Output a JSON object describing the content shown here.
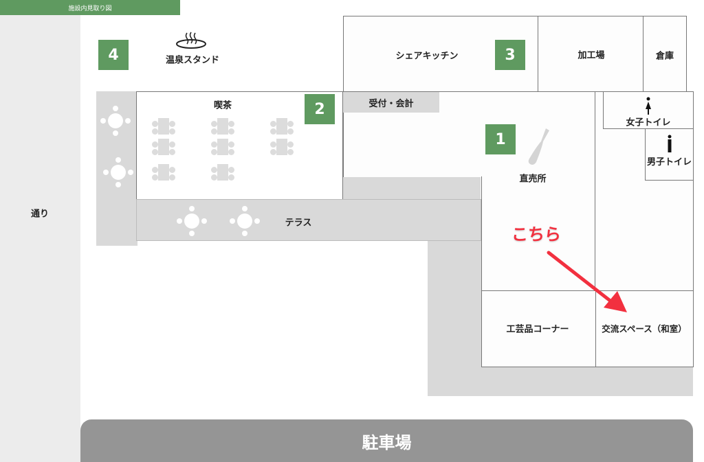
{
  "header": {
    "title": "施設内見取り図",
    "color": "#5f9a60"
  },
  "street": "通り",
  "onsen": {
    "badge": "4",
    "label": "温泉スタンド",
    "icon": "hot-spring-icon"
  },
  "kissa": {
    "badge": "2",
    "label": "喫茶"
  },
  "terrace": {
    "label": "テラス"
  },
  "share_kitchen": {
    "badge": "3",
    "label": "シェアキッチン"
  },
  "processing": {
    "label": "加工場"
  },
  "storage": {
    "label": "倉庫"
  },
  "reception": {
    "label": "受付・会計"
  },
  "direct_sales": {
    "badge": "1",
    "label": "直売所",
    "icon": "bottle-icon"
  },
  "womens_toilet": {
    "label": "女子トイレ",
    "icon": "woman-icon"
  },
  "mens_toilet": {
    "label": "男子トイレ",
    "icon": "man-icon"
  },
  "crafts": {
    "label": "工芸品コーナー"
  },
  "exchange": {
    "label": "交流スペース（和室）"
  },
  "annotation": {
    "label": "こちら",
    "color": "#f2303f"
  },
  "parking": {
    "label": "駐車場"
  }
}
